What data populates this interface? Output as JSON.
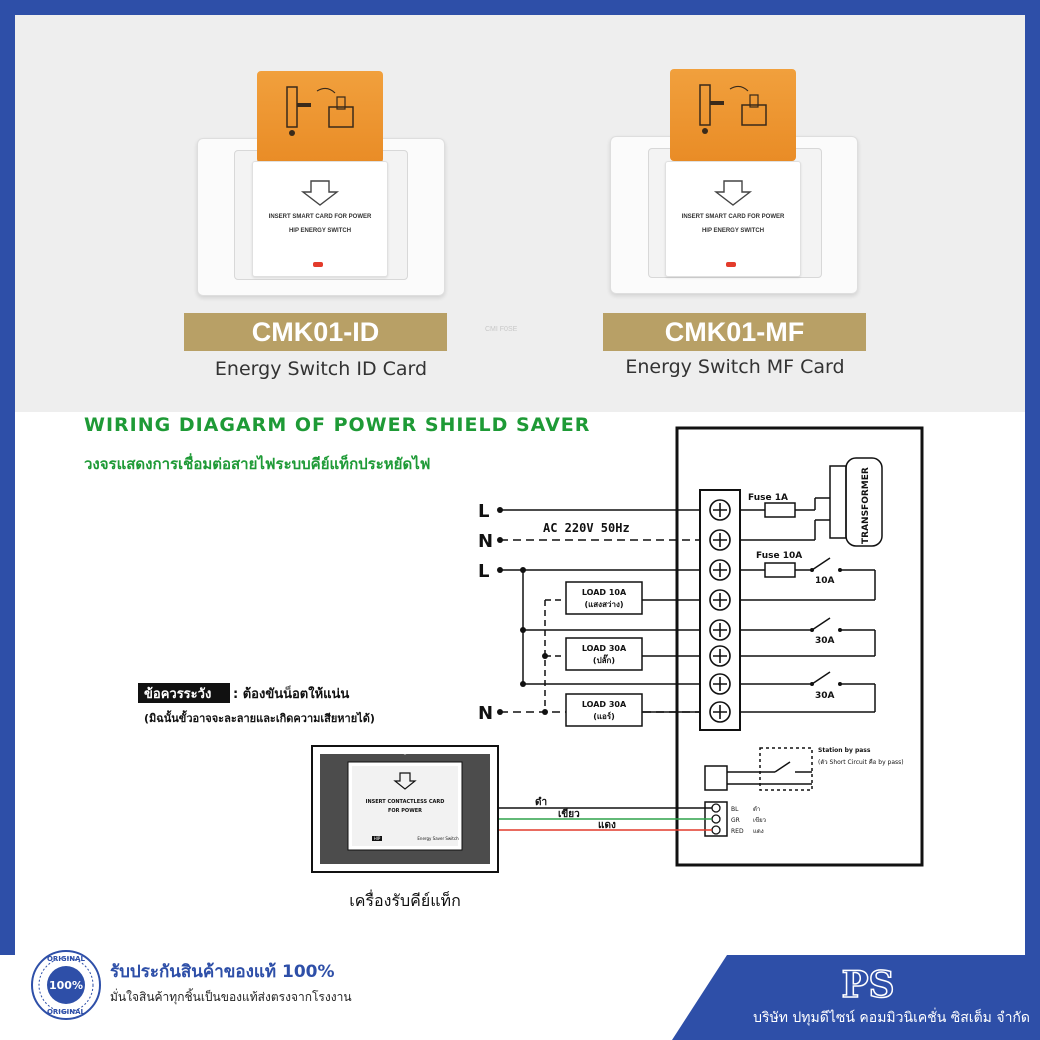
{
  "products": [
    {
      "model": "CMK01-ID",
      "subtitle": "Energy Switch ID Card",
      "module_line1": "INSERT SMART CARD FOR POWER",
      "module_line2": "HIP ENERGY SWITCH"
    },
    {
      "model": "CMK01-MF",
      "subtitle": "Energy Switch MF Card",
      "module_line1": "INSERT SMART CARD FOR POWER",
      "module_line2": "HIP ENERGY SWITCH"
    }
  ],
  "watermark": "CMI F0SE",
  "diagram": {
    "title_en": "WIRING DIAGARM OF POWER SHIELD SAVER",
    "title_th": "วงจรแสดงการเชื่อมต่อสายไฟระบบคีย์แท็กประหยัดไฟ",
    "terminals": [
      "L",
      "N",
      "L",
      "N"
    ],
    "ac_label": "AC 220V 50Hz",
    "fuse1": "Fuse 1A",
    "fuse2": "Fuse 10A",
    "transformer": "TRANSFORMER",
    "switch_ratings": [
      "10A",
      "30A",
      "30A"
    ],
    "loads": [
      {
        "rating": "LOAD 10A",
        "name": "(แสงสว่าง)"
      },
      {
        "rating": "LOAD 30A",
        "name": "(ปลั๊ก)"
      },
      {
        "rating": "LOAD 30A",
        "name": "(แอร์)"
      }
    ],
    "caution_tag": "ข้อควรระวัง",
    "caution_text": ": ต้องขันน็อตให้แน่น",
    "caution_note": "(มิฉนั้นขั้วอาจจะละลายและเกิดความเสียหายได้)",
    "station_bypass": "Station by pass",
    "station_note": "(ตัว Short Circuit คือ by pass)",
    "wire_codes": [
      "BL",
      "GR",
      "RED"
    ],
    "wire_names_small": [
      "ดำ",
      "เขียว",
      "แดง"
    ],
    "wire_labels": [
      "ดำ",
      "เขียว",
      "แดง"
    ],
    "reader_line1": "INSERT CONTACTLESS CARD",
    "reader_line2": "FOR POWER",
    "reader_brand": "HIP",
    "reader_model": "Energy Saver Switch",
    "reader_caption": "เครื่องรับคีย์แท็ก"
  },
  "colors": {
    "brand_blue": "#2e4fa8",
    "gold": "#b8a066",
    "green_title": "#1e9a36",
    "card_orange": "#ef9a33"
  },
  "footer": {
    "badge_top": "ORIGINAL",
    "badge_mid": "100%",
    "badge_bottom": "ORIGINAL",
    "warranty_title": "รับประกันสินค้าของแท้ 100%",
    "warranty_sub": "มั่นใจสินค้าทุกชิ้นเป็นของแท้ส่งตรงจากโรงงาน",
    "logo": "PS",
    "company": "บริษัท ปทุมดีไซน์ คอมมิวนิเคชั่น ซิสเต็ม จำกัด"
  }
}
